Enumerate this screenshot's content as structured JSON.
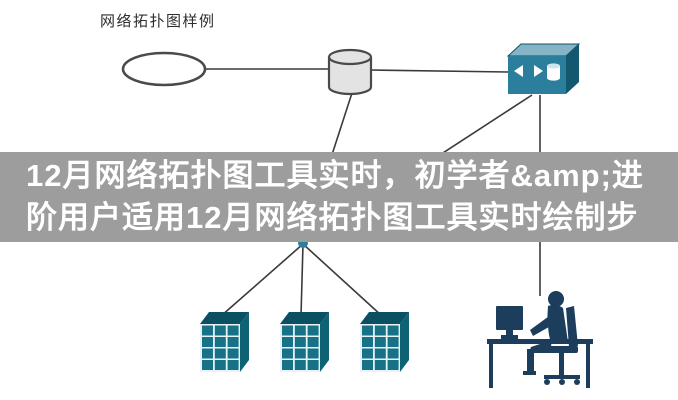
{
  "diagram": {
    "title": "网络拓扑图样例",
    "nodes": [
      {
        "name": "ring-network"
      },
      {
        "name": "database-cylinder"
      },
      {
        "name": "router-box"
      },
      {
        "name": "switch-1"
      },
      {
        "name": "switch-2"
      },
      {
        "name": "switch-3"
      },
      {
        "name": "person-at-workstation"
      }
    ]
  },
  "overlay": {
    "line1": "12月网络拓扑图工具实时，初学者&amp;进",
    "line2": "阶用户适用12月网络拓扑图工具实时绘制步"
  },
  "colors": {
    "banner_bg": "#9d9d9d",
    "banner_text": "#ffffff",
    "line": "#3a3a3a",
    "outline": "#4a4a4a",
    "router_front": "#2b7f9c",
    "router_top": "#84b4c6",
    "router_side": "#14586f",
    "switch_front": "#e8f3f5",
    "switch_cell": "#177287",
    "switch_top": "#0b4f63",
    "switch_side": "#0f6174",
    "silhouette": "#1d3d5c"
  }
}
